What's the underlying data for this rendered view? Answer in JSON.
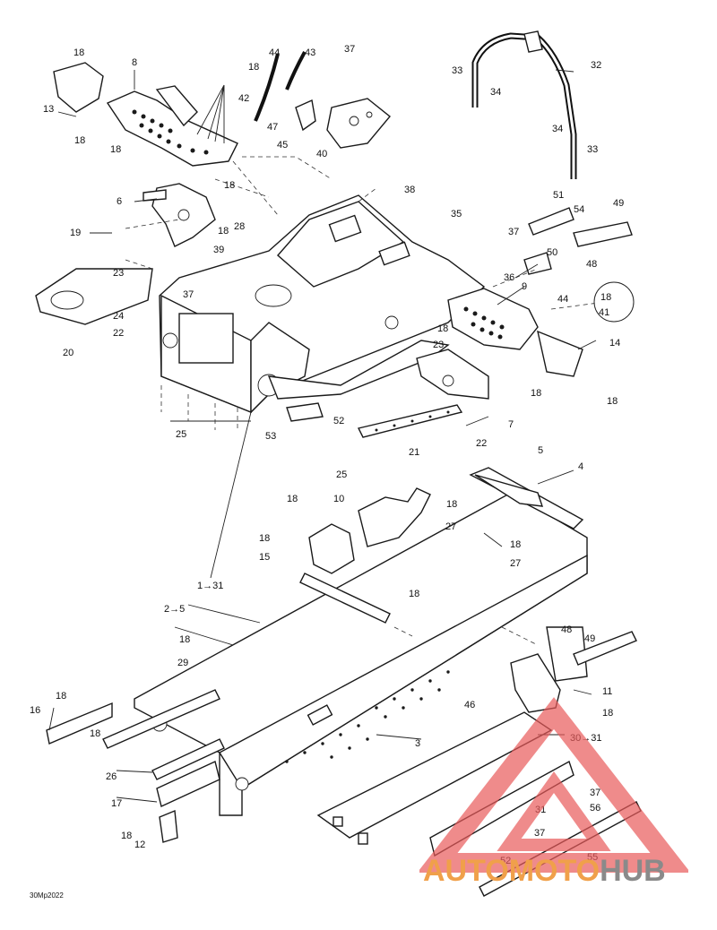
{
  "diagram": {
    "callouts": [
      {
        "label": "18"
      },
      {
        "label": "8"
      },
      {
        "label": "13"
      },
      {
        "label": "18"
      },
      {
        "label": "18"
      },
      {
        "label": "18"
      },
      {
        "label": "44"
      },
      {
        "label": "43"
      },
      {
        "label": "42"
      },
      {
        "label": "47"
      },
      {
        "label": "45"
      },
      {
        "label": "37"
      },
      {
        "label": "40"
      },
      {
        "label": "33"
      },
      {
        "label": "34"
      },
      {
        "label": "32"
      },
      {
        "label": "34"
      },
      {
        "label": "33"
      },
      {
        "label": "18"
      },
      {
        "label": "6"
      },
      {
        "label": "38"
      },
      {
        "label": "19"
      },
      {
        "label": "28"
      },
      {
        "label": "18"
      },
      {
        "label": "35"
      },
      {
        "label": "37"
      },
      {
        "label": "51"
      },
      {
        "label": "54"
      },
      {
        "label": "49"
      },
      {
        "label": "48"
      },
      {
        "label": "39"
      },
      {
        "label": "50"
      },
      {
        "label": "23"
      },
      {
        "label": "37"
      },
      {
        "label": "36"
      },
      {
        "label": "9"
      },
      {
        "label": "44"
      },
      {
        "label": "18"
      },
      {
        "label": "41"
      },
      {
        "label": "24"
      },
      {
        "label": "22"
      },
      {
        "label": "20"
      },
      {
        "label": "18"
      },
      {
        "label": "23"
      },
      {
        "label": "14"
      },
      {
        "label": "18"
      },
      {
        "label": "18"
      },
      {
        "label": "7"
      },
      {
        "label": "25"
      },
      {
        "label": "52"
      },
      {
        "label": "53"
      },
      {
        "label": "21"
      },
      {
        "label": "22"
      },
      {
        "label": "5"
      },
      {
        "label": "25"
      },
      {
        "label": "4"
      },
      {
        "label": "18"
      },
      {
        "label": "10"
      },
      {
        "label": "18"
      },
      {
        "label": "27"
      },
      {
        "label": "18"
      },
      {
        "label": "18"
      },
      {
        "label": "15"
      },
      {
        "label": "27"
      },
      {
        "label": "1→31"
      },
      {
        "label": "18"
      },
      {
        "label": "2→5"
      },
      {
        "label": "48"
      },
      {
        "label": "49"
      },
      {
        "label": "18"
      },
      {
        "label": "29"
      },
      {
        "label": "11"
      },
      {
        "label": "18"
      },
      {
        "label": "16"
      },
      {
        "label": "46"
      },
      {
        "label": "18"
      },
      {
        "label": "18"
      },
      {
        "label": "3"
      },
      {
        "label": "30→31"
      },
      {
        "label": "26"
      },
      {
        "label": "17"
      },
      {
        "label": "37"
      },
      {
        "label": "31"
      },
      {
        "label": "56"
      },
      {
        "label": "18"
      },
      {
        "label": "37"
      },
      {
        "label": "12"
      },
      {
        "label": "52"
      },
      {
        "label": "55"
      }
    ]
  },
  "catalog_code": "30Mp2022",
  "watermark": {
    "brand_primary": "AUTOMOTO",
    "brand_secondary": "HUB",
    "colors": {
      "primary": "#f0a04a",
      "secondary": "#8a8a8a",
      "triangle": "#e85a5a"
    }
  }
}
